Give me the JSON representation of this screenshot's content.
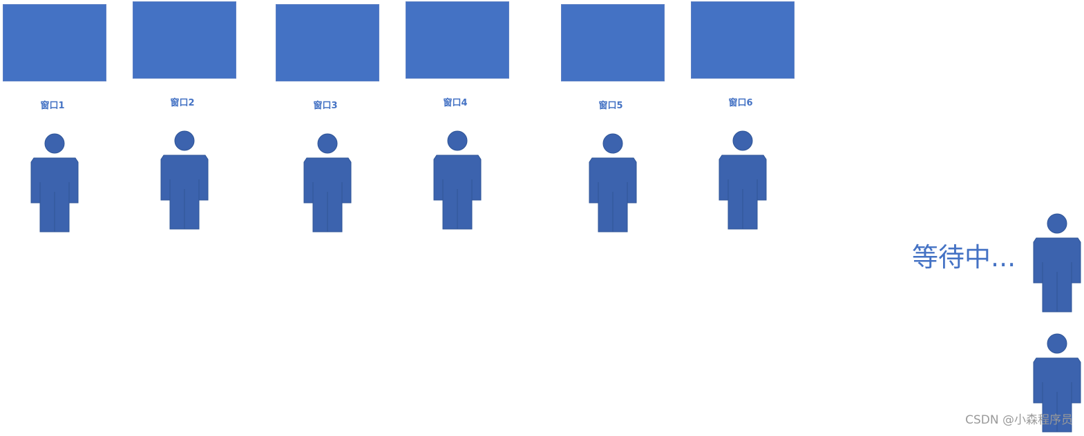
{
  "colors": {
    "window_fill": "#4472c4",
    "person_fill": "#3c63ae",
    "person_line": "#2f5597",
    "label": "#4472c4"
  },
  "windows": [
    {
      "label": "窗口1"
    },
    {
      "label": "窗口2"
    },
    {
      "label": "窗口3"
    },
    {
      "label": "窗口4"
    },
    {
      "label": "窗口5"
    },
    {
      "label": "窗口6"
    }
  ],
  "waiting_label": "等待中...",
  "watermark": "CSDN @小森程序员"
}
